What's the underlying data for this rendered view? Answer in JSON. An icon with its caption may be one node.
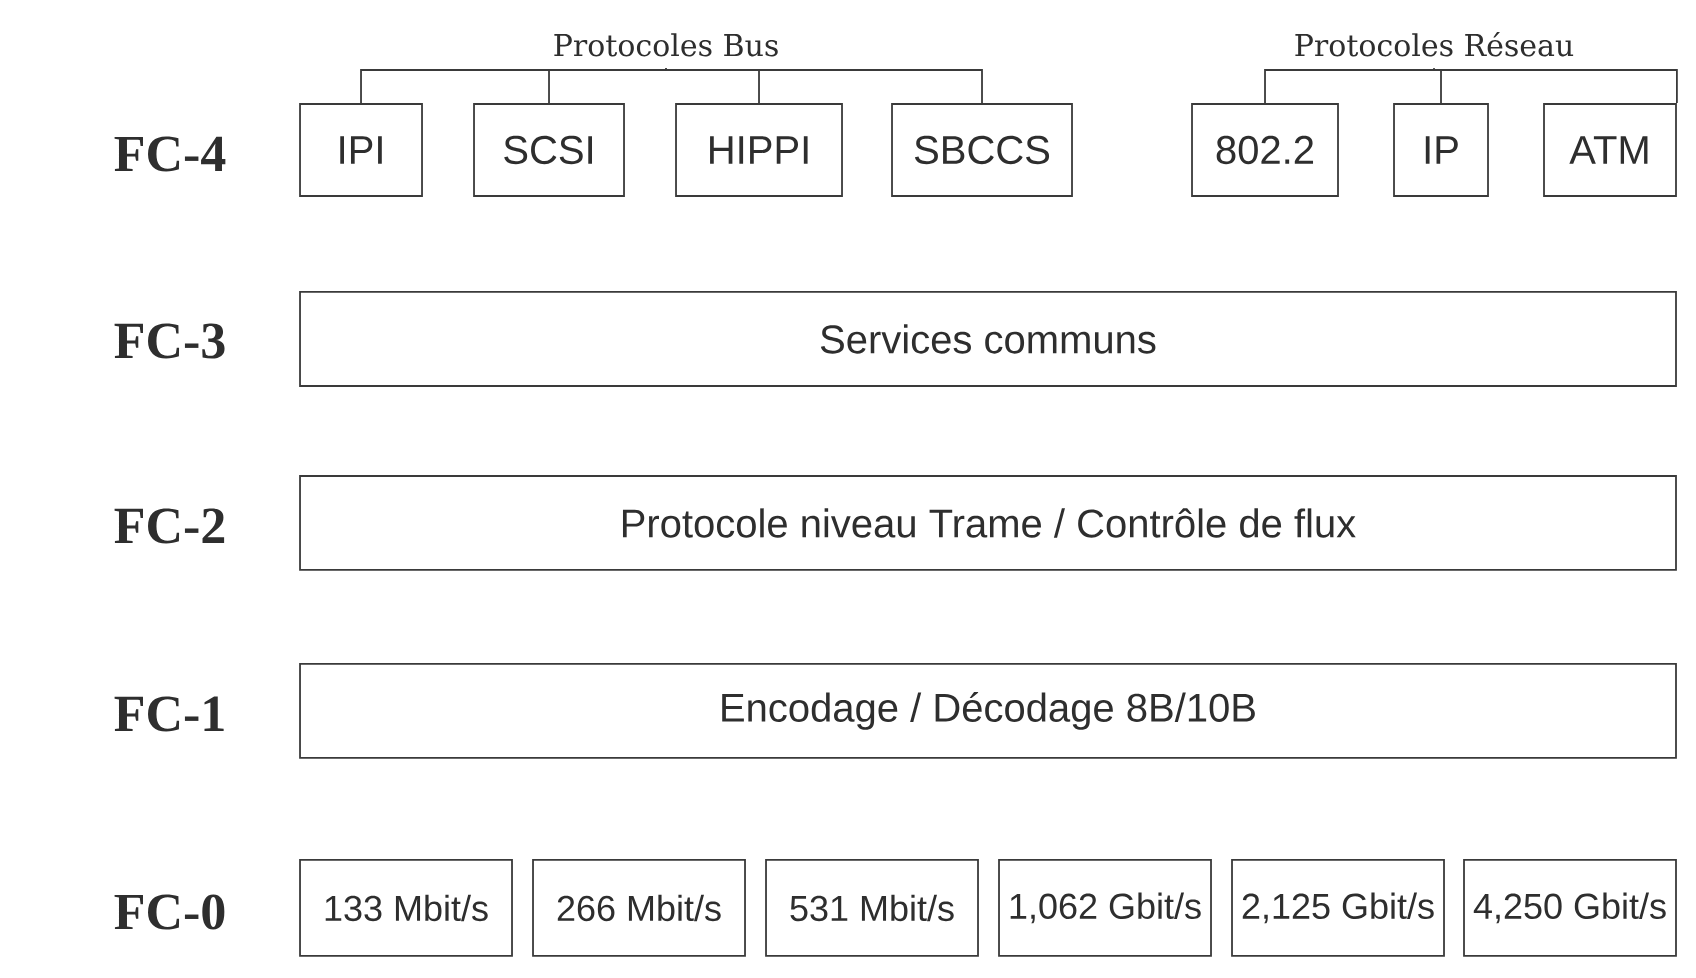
{
  "diagram": {
    "nodes": [
      {
        "text": [
          "Protocoles Bus"
        ]
      },
      {
        "text": [
          "Protocoles Réseau"
        ]
      },
      {
        "text": [
          "IPI"
        ]
      },
      {
        "text": [
          "SCSI"
        ]
      },
      {
        "text": [
          "HIPPI"
        ]
      },
      {
        "text": [
          "SBCCS"
        ]
      },
      {
        "text": [
          "802.2"
        ]
      },
      {
        "text": [
          "IP"
        ]
      },
      {
        "text": [
          "ATM"
        ]
      },
      {
        "text": [
          "Services communs"
        ]
      },
      {
        "text": [
          "Protocole niveau Trame / Contrôle de flux"
        ]
      },
      {
        "text": [
          "Encodage / Décodage 8B/10B"
        ]
      },
      {
        "text": [
          "133 Mbit/s"
        ]
      },
      {
        "text": [
          "266 Mbit/s"
        ]
      },
      {
        "text": [
          "531 Mbit/s"
        ]
      },
      {
        "text": [
          "1,062 Gbit/s"
        ]
      },
      {
        "text": [
          "2,125 Gbit/s"
        ]
      },
      {
        "text": [
          "4,250 Gbit/s"
        ]
      }
    ],
    "edges": [
      {
        "from": 0,
        "to": 2,
        "arrow": "none"
      },
      {
        "from": 0,
        "to": 3,
        "arrow": "none"
      },
      {
        "from": 0,
        "to": 4,
        "arrow": "none"
      },
      {
        "from": 0,
        "to": 5,
        "arrow": "none"
      },
      {
        "from": 1,
        "to": 6,
        "arrow": "none"
      },
      {
        "from": 1,
        "to": 7,
        "arrow": "none"
      },
      {
        "from": 1,
        "to": 8,
        "arrow": "none"
      }
    ],
    "labels": [
      "FC-4",
      "FC-3",
      "FC-2",
      "FC-1",
      "FC-0"
    ]
  }
}
